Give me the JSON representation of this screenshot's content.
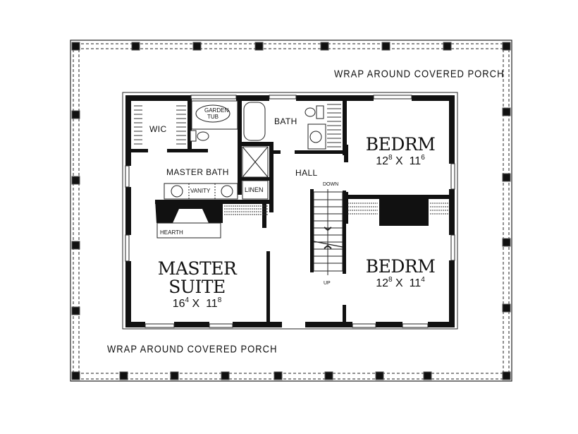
{
  "plan": {
    "porch_label_top": "WRAP AROUND COVERED PORCH",
    "porch_label_bottom": "WRAP AROUND COVERED PORCH",
    "rooms": {
      "wic": "WIC",
      "garden_tub_line1": "GARDEN",
      "garden_tub_line2": "TUB",
      "master_bath": "MASTER BATH",
      "vanity": "VANITY",
      "linen": "LINEN",
      "hearth": "HEARTH",
      "bath": "BATH",
      "hall": "HALL",
      "stairs_down": "DOWN",
      "stairs_up": "UP",
      "master_suite_line1": "MASTER",
      "master_suite_line2": "SUITE",
      "master_suite_dim": {
        "w": "16",
        "w_sup": "4",
        "x": "X",
        "h": "11",
        "h_sup": "8"
      },
      "bedroom1_name": "BEDRM",
      "bedroom1_dim": {
        "w": "12",
        "w_sup": "8",
        "x": "X",
        "h": "11",
        "h_sup": "6"
      },
      "bedroom2_name": "BEDRM",
      "bedroom2_dim": {
        "w": "12",
        "w_sup": "8",
        "x": "X",
        "h": "11",
        "h_sup": "4"
      }
    },
    "colors": {
      "ink": "#111111",
      "paper": "#ffffff"
    }
  }
}
